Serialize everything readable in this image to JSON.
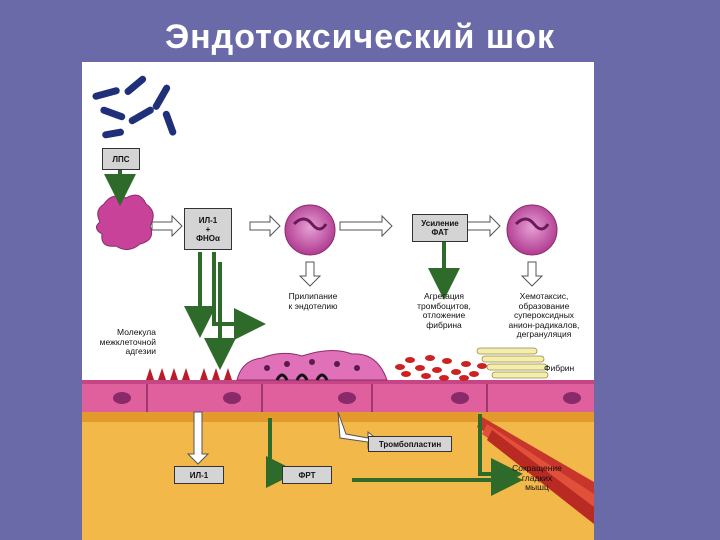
{
  "slide": {
    "title": "Эндотоксический шок"
  },
  "diagram": {
    "lps": "ЛПС",
    "il1_tnf": [
      "ИЛ-1",
      "+",
      "ФНОα"
    ],
    "fat_boost": [
      "Усиление",
      "ФАТ"
    ],
    "adhesion_to_endothelium": [
      "Прилипание",
      "к эндотелию"
    ],
    "platelet_aggregation": [
      "Агрегация",
      "тромбоцитов,",
      "отложение",
      "фибрина"
    ],
    "chemotaxis": [
      "Хемотаксис,",
      "образование",
      "супероксидных",
      "анион-радикалов,",
      "дегрануляция"
    ],
    "adhesion_molecule": [
      "Молекула",
      "межклеточной",
      "адгезии"
    ],
    "fibrin": "Фибрин",
    "thromboplastin": "Тромбопластин",
    "il1_bottom": "ИЛ-1",
    "frt": "ФРТ",
    "smooth_muscle": [
      "Сокращение",
      "гладких",
      "мышц"
    ]
  },
  "colors": {
    "slide_bg": "#6b6aa8",
    "endothelium": "#e0609e",
    "tissue": "#f2b84a",
    "bacteria": "#1f2f7a",
    "arrow_green": "#2e6b2a",
    "platelets": "#cc2222"
  }
}
